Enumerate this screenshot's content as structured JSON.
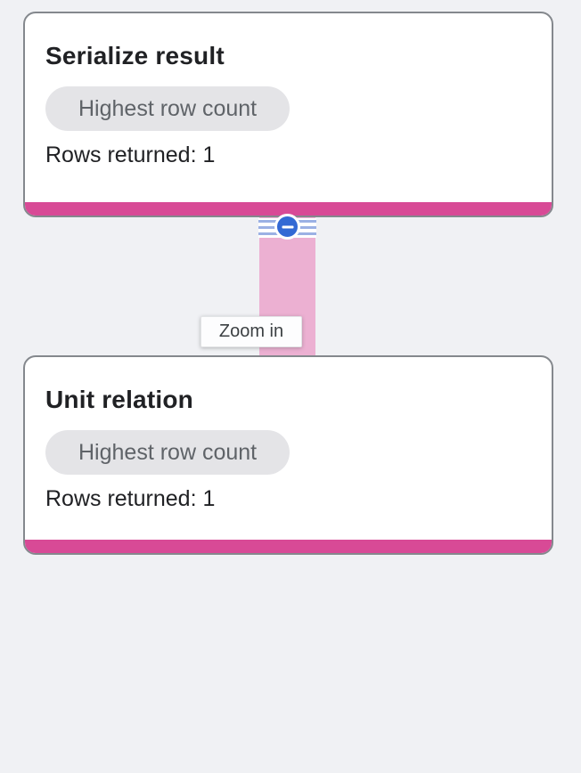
{
  "graph": {
    "nodes": [
      {
        "id": "serialize-result",
        "title": "Serialize result",
        "badge": "Highest row count",
        "rows_label": "Rows returned: 1"
      },
      {
        "id": "unit-relation",
        "title": "Unit relation",
        "badge": "Highest row count",
        "rows_label": "Rows returned: 1"
      }
    ],
    "edge": {
      "collapse_icon": "minus-circle-icon"
    },
    "tooltip": {
      "text": "Zoom in"
    }
  },
  "colors": {
    "background": "#F0F1F4",
    "node_accent": "#D84A96",
    "edge_fill": "#ECB0D2",
    "collapse_blue": "#3369D4",
    "stripe_blue": "#9BB1E4",
    "card_border": "#84888D",
    "badge_background": "#E4E4E7",
    "badge_text": "#5F6368",
    "title_text": "#202124",
    "tooltip_text": "#3C4043"
  }
}
